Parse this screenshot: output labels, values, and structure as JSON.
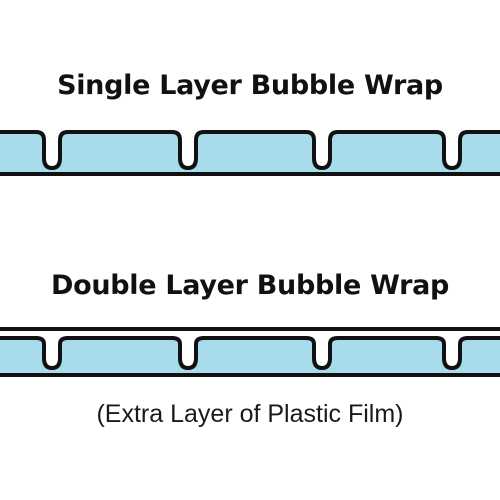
{
  "single_layer": {
    "title": "Single Layer Bubble Wrap"
  },
  "double_layer": {
    "title": "Double Layer Bubble Wrap",
    "note": "(Extra Layer of Plastic Film)"
  },
  "colors": {
    "bubble_fill": "#a8dcec",
    "film_stroke": "#111111",
    "background": "#ffffff"
  }
}
